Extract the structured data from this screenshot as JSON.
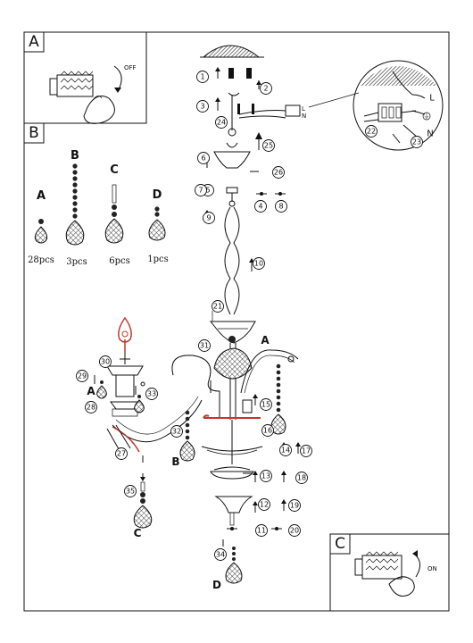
{
  "panels": {
    "a": {
      "letter": "A",
      "action": "OFF"
    },
    "b": {
      "letter": "B"
    },
    "c": {
      "letter": "C",
      "action": "ON"
    }
  },
  "crystals": [
    {
      "letter": "A",
      "count": "28pcs"
    },
    {
      "letter": "B",
      "count": "3pcs"
    },
    {
      "letter": "C",
      "count": "6pcs"
    },
    {
      "letter": "D",
      "count": "1pcs"
    }
  ],
  "wiring": {
    "live": "L",
    "neutral": "N",
    "earth_symbol": "⏚"
  },
  "part_numbers": [
    "1",
    "2",
    "3",
    "4",
    "5",
    "6",
    "7",
    "8",
    "9",
    "10",
    "11",
    "12",
    "13",
    "14",
    "15",
    "16",
    "17",
    "18",
    "19",
    "20",
    "21",
    "22",
    "23",
    "24",
    "25",
    "26",
    "27",
    "28",
    "29",
    "30",
    "31",
    "32",
    "33",
    "34",
    "35"
  ],
  "callout_letters": {
    "a_left": "A",
    "a_right": "A",
    "b": "B",
    "c": "C",
    "d": "D"
  },
  "colors": {
    "ink": "#111111",
    "accent_red": "#c0392b",
    "hatch": "#555555"
  }
}
